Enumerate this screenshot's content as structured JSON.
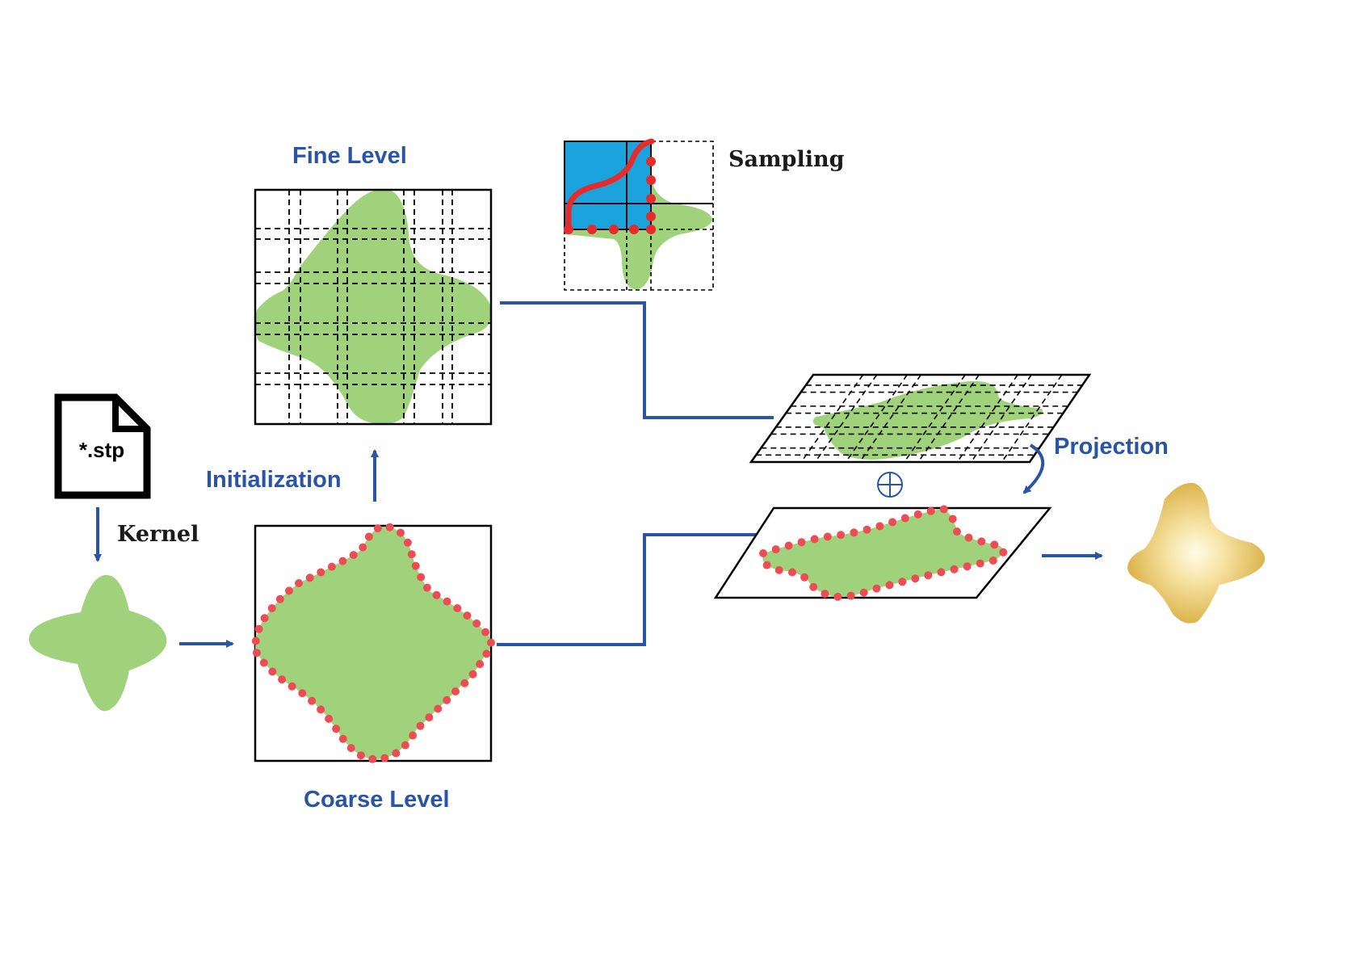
{
  "labels": {
    "fine_level": "Fine Level",
    "coarse_level": "Coarse Level",
    "initialization": "Initialization",
    "sampling": "Sampling",
    "projection": "Projection",
    "kernel": "Kernel",
    "file_name": "*.stp",
    "combine_symbol": "⊕"
  },
  "colors": {
    "accent_blue": "#2a55a6",
    "shape_green": "#9fd27a",
    "sample_red": "#ee4c55",
    "cell_blue": "#1aa3dc",
    "result_gold": "#e2b64a",
    "result_glow": "#fffbe8"
  },
  "icons": [
    "file-icon",
    "arrow-down-icon",
    "arrow-right-icon",
    "arrow-up-icon",
    "curved-arrow-icon"
  ]
}
